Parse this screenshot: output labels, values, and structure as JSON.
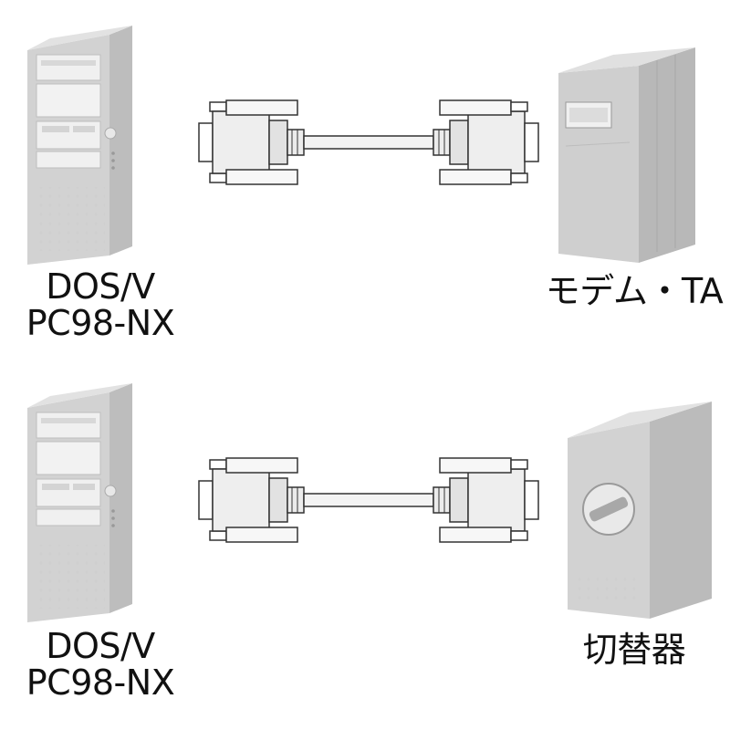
{
  "rows": [
    {
      "left_device": {
        "icon": "tower-pc",
        "label_line1": "DOS/V",
        "label_line2": "PC98-NX"
      },
      "right_device": {
        "icon": "modem-tower",
        "label": "モデム・TA"
      }
    },
    {
      "left_device": {
        "icon": "tower-pc",
        "label_line1": "DOS/V",
        "label_line2": "PC98-NX"
      },
      "right_device": {
        "icon": "switch-box",
        "label": "切替器"
      }
    }
  ],
  "colors": {
    "device_front": "#e6e6e6",
    "device_side": "#cfcfcf",
    "device_dark": "#9a9a9a",
    "connector_fill": "#ededed",
    "connector_stroke": "#333333",
    "cable": "#f2f2f2"
  }
}
